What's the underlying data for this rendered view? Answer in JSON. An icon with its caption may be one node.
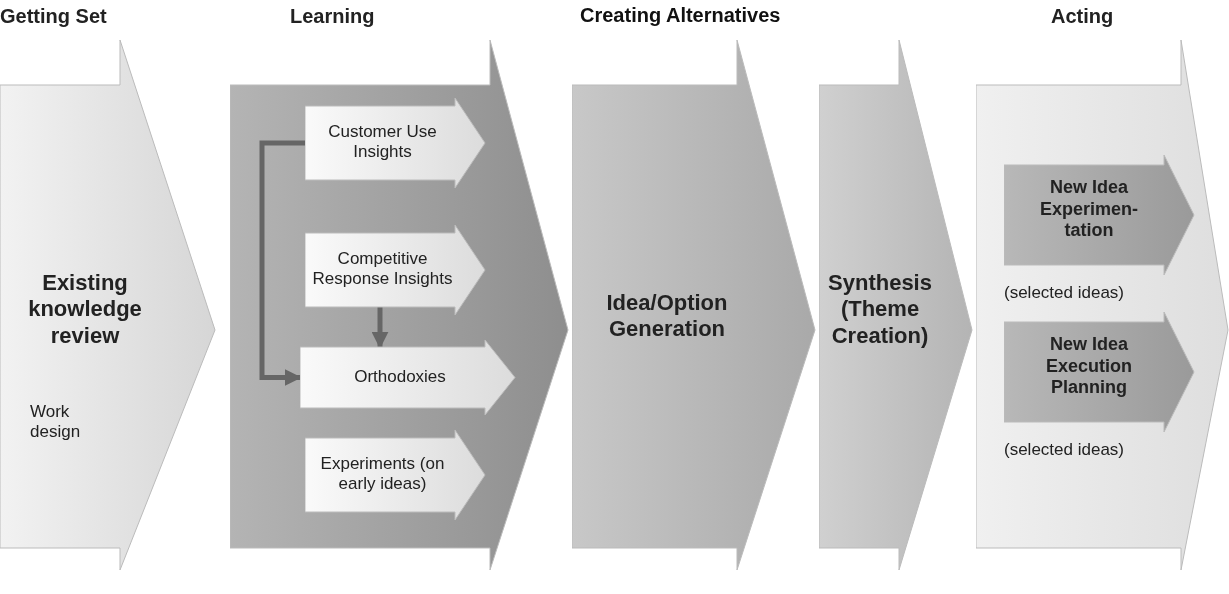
{
  "diagram": {
    "nodes": [
      {
        "text": [
          "Getting Set",
          "Existing knowledge review",
          "Work design"
        ]
      },
      {
        "text": [
          "Learning"
        ]
      },
      {
        "text": [
          "Customer Use Insights"
        ],
        "in": 1
      },
      {
        "text": [
          "Competitive Response Insights"
        ],
        "in": 1
      },
      {
        "text": [
          "Orthodoxies"
        ],
        "in": 1
      },
      {
        "text": [
          "Experiments (on early ideas)"
        ],
        "in": 1
      },
      {
        "text": [
          "Idea/Option Generation"
        ]
      },
      {
        "text": [
          "Synthesis (Theme Creation)"
        ]
      },
      {
        "text": [
          "Acting"
        ]
      },
      {
        "text": [
          "New Idea Experimen- tation"
        ],
        "in": 8,
        "beside": [
          "(selected ideas)"
        ]
      },
      {
        "text": [
          "New Idea Execution Planning"
        ],
        "in": 8,
        "beside": [
          "(selected ideas)"
        ]
      }
    ],
    "edges": [
      {
        "from": 2,
        "to": 4,
        "arrow": "to"
      },
      {
        "from": 3,
        "to": 4,
        "arrow": "to"
      }
    ],
    "labels": [
      "Creating Alternatives"
    ]
  }
}
